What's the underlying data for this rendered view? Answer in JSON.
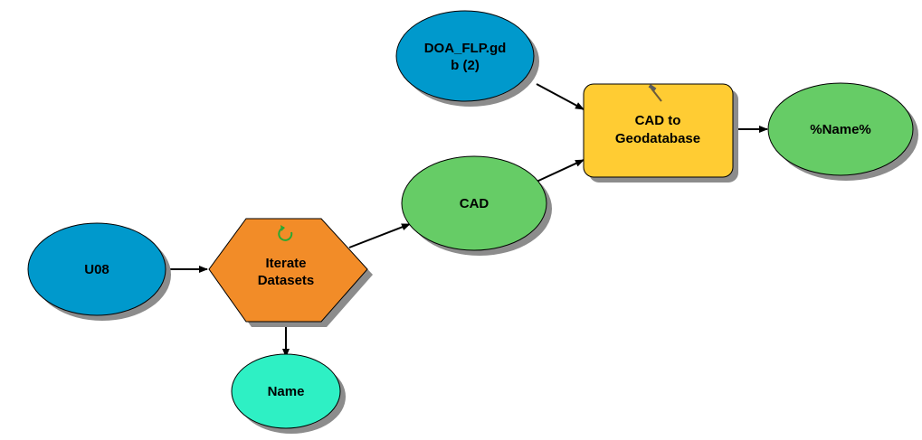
{
  "nodes": {
    "u08": {
      "lines": [
        "U08"
      ],
      "fill": "#0099cc"
    },
    "iterate": {
      "lines": [
        "Iterate",
        "Datasets"
      ],
      "fill": "#f28c28",
      "icon": "iterate-cycle-icon",
      "icon_color": "#2aa832"
    },
    "name": {
      "lines": [
        "Name"
      ],
      "fill": "#2ef0c4"
    },
    "cad": {
      "lines": [
        "CAD"
      ],
      "fill": "#66cc66"
    },
    "doa": {
      "lines": [
        "DOA_FLP.gd",
        "b (2)"
      ],
      "fill": "#0099cc"
    },
    "tool": {
      "lines": [
        "CAD to",
        "Geodatabase"
      ],
      "fill": "#ffcc33",
      "icon": "hammer-icon"
    },
    "output": {
      "lines": [
        "%Name%"
      ],
      "fill": "#66cc66"
    }
  },
  "colors": {
    "stroke": "#000000",
    "shadow": "#8c8c8c",
    "connector": "#000000"
  }
}
